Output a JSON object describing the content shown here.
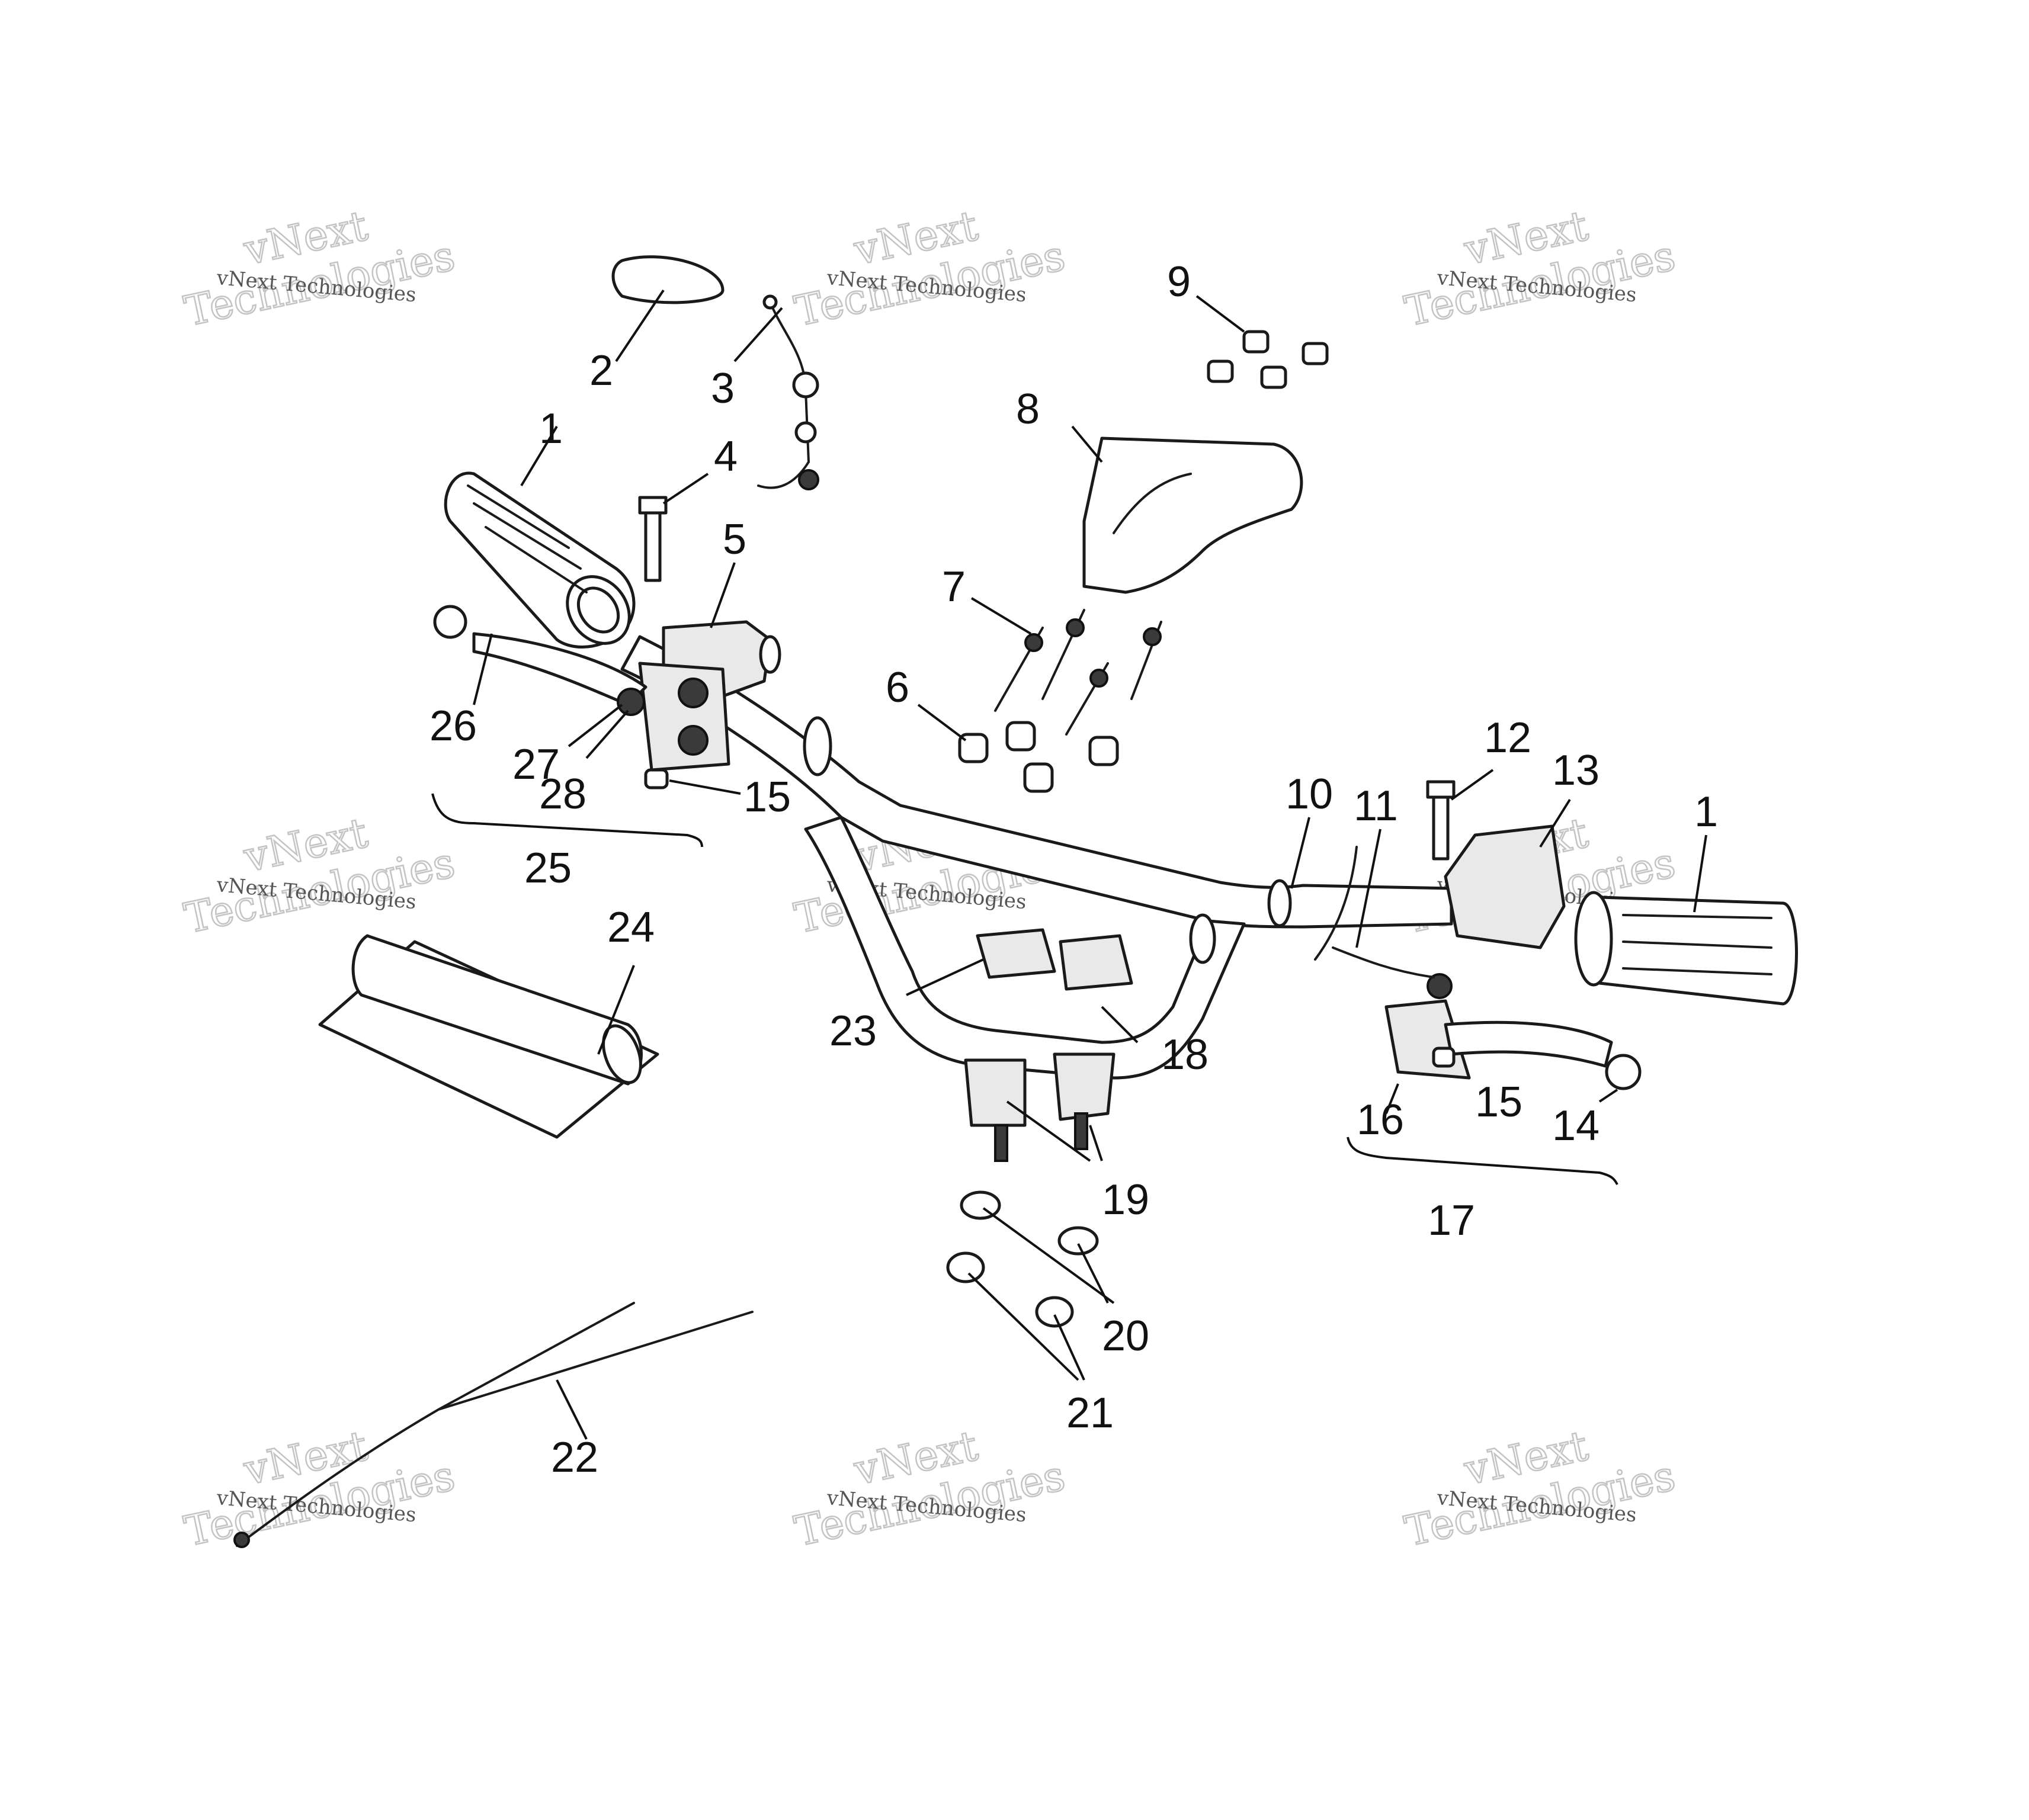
{
  "watermark": {
    "line1": "vNext",
    "line2": "Technologies",
    "caption": "vNext Technologies"
  },
  "callouts": [
    {
      "id": "c1a",
      "label": "1"
    },
    {
      "id": "c2",
      "label": "2"
    },
    {
      "id": "c3",
      "label": "3"
    },
    {
      "id": "c4",
      "label": "4"
    },
    {
      "id": "c5",
      "label": "5"
    },
    {
      "id": "c6",
      "label": "6"
    },
    {
      "id": "c7",
      "label": "7"
    },
    {
      "id": "c8",
      "label": "8"
    },
    {
      "id": "c9",
      "label": "9"
    },
    {
      "id": "c10",
      "label": "10"
    },
    {
      "id": "c11",
      "label": "11"
    },
    {
      "id": "c12",
      "label": "12"
    },
    {
      "id": "c13",
      "label": "13"
    },
    {
      "id": "c1b",
      "label": "1"
    },
    {
      "id": "c14",
      "label": "14"
    },
    {
      "id": "c15a",
      "label": "15"
    },
    {
      "id": "c15b",
      "label": "15"
    },
    {
      "id": "c16",
      "label": "16"
    },
    {
      "id": "c17",
      "label": "17"
    },
    {
      "id": "c18",
      "label": "18"
    },
    {
      "id": "c19",
      "label": "19"
    },
    {
      "id": "c20",
      "label": "20"
    },
    {
      "id": "c21",
      "label": "21"
    },
    {
      "id": "c22",
      "label": "22"
    },
    {
      "id": "c23",
      "label": "23"
    },
    {
      "id": "c24",
      "label": "24"
    },
    {
      "id": "c25",
      "label": "25"
    },
    {
      "id": "c26",
      "label": "26"
    },
    {
      "id": "c27",
      "label": "27"
    },
    {
      "id": "c28",
      "label": "28"
    }
  ]
}
